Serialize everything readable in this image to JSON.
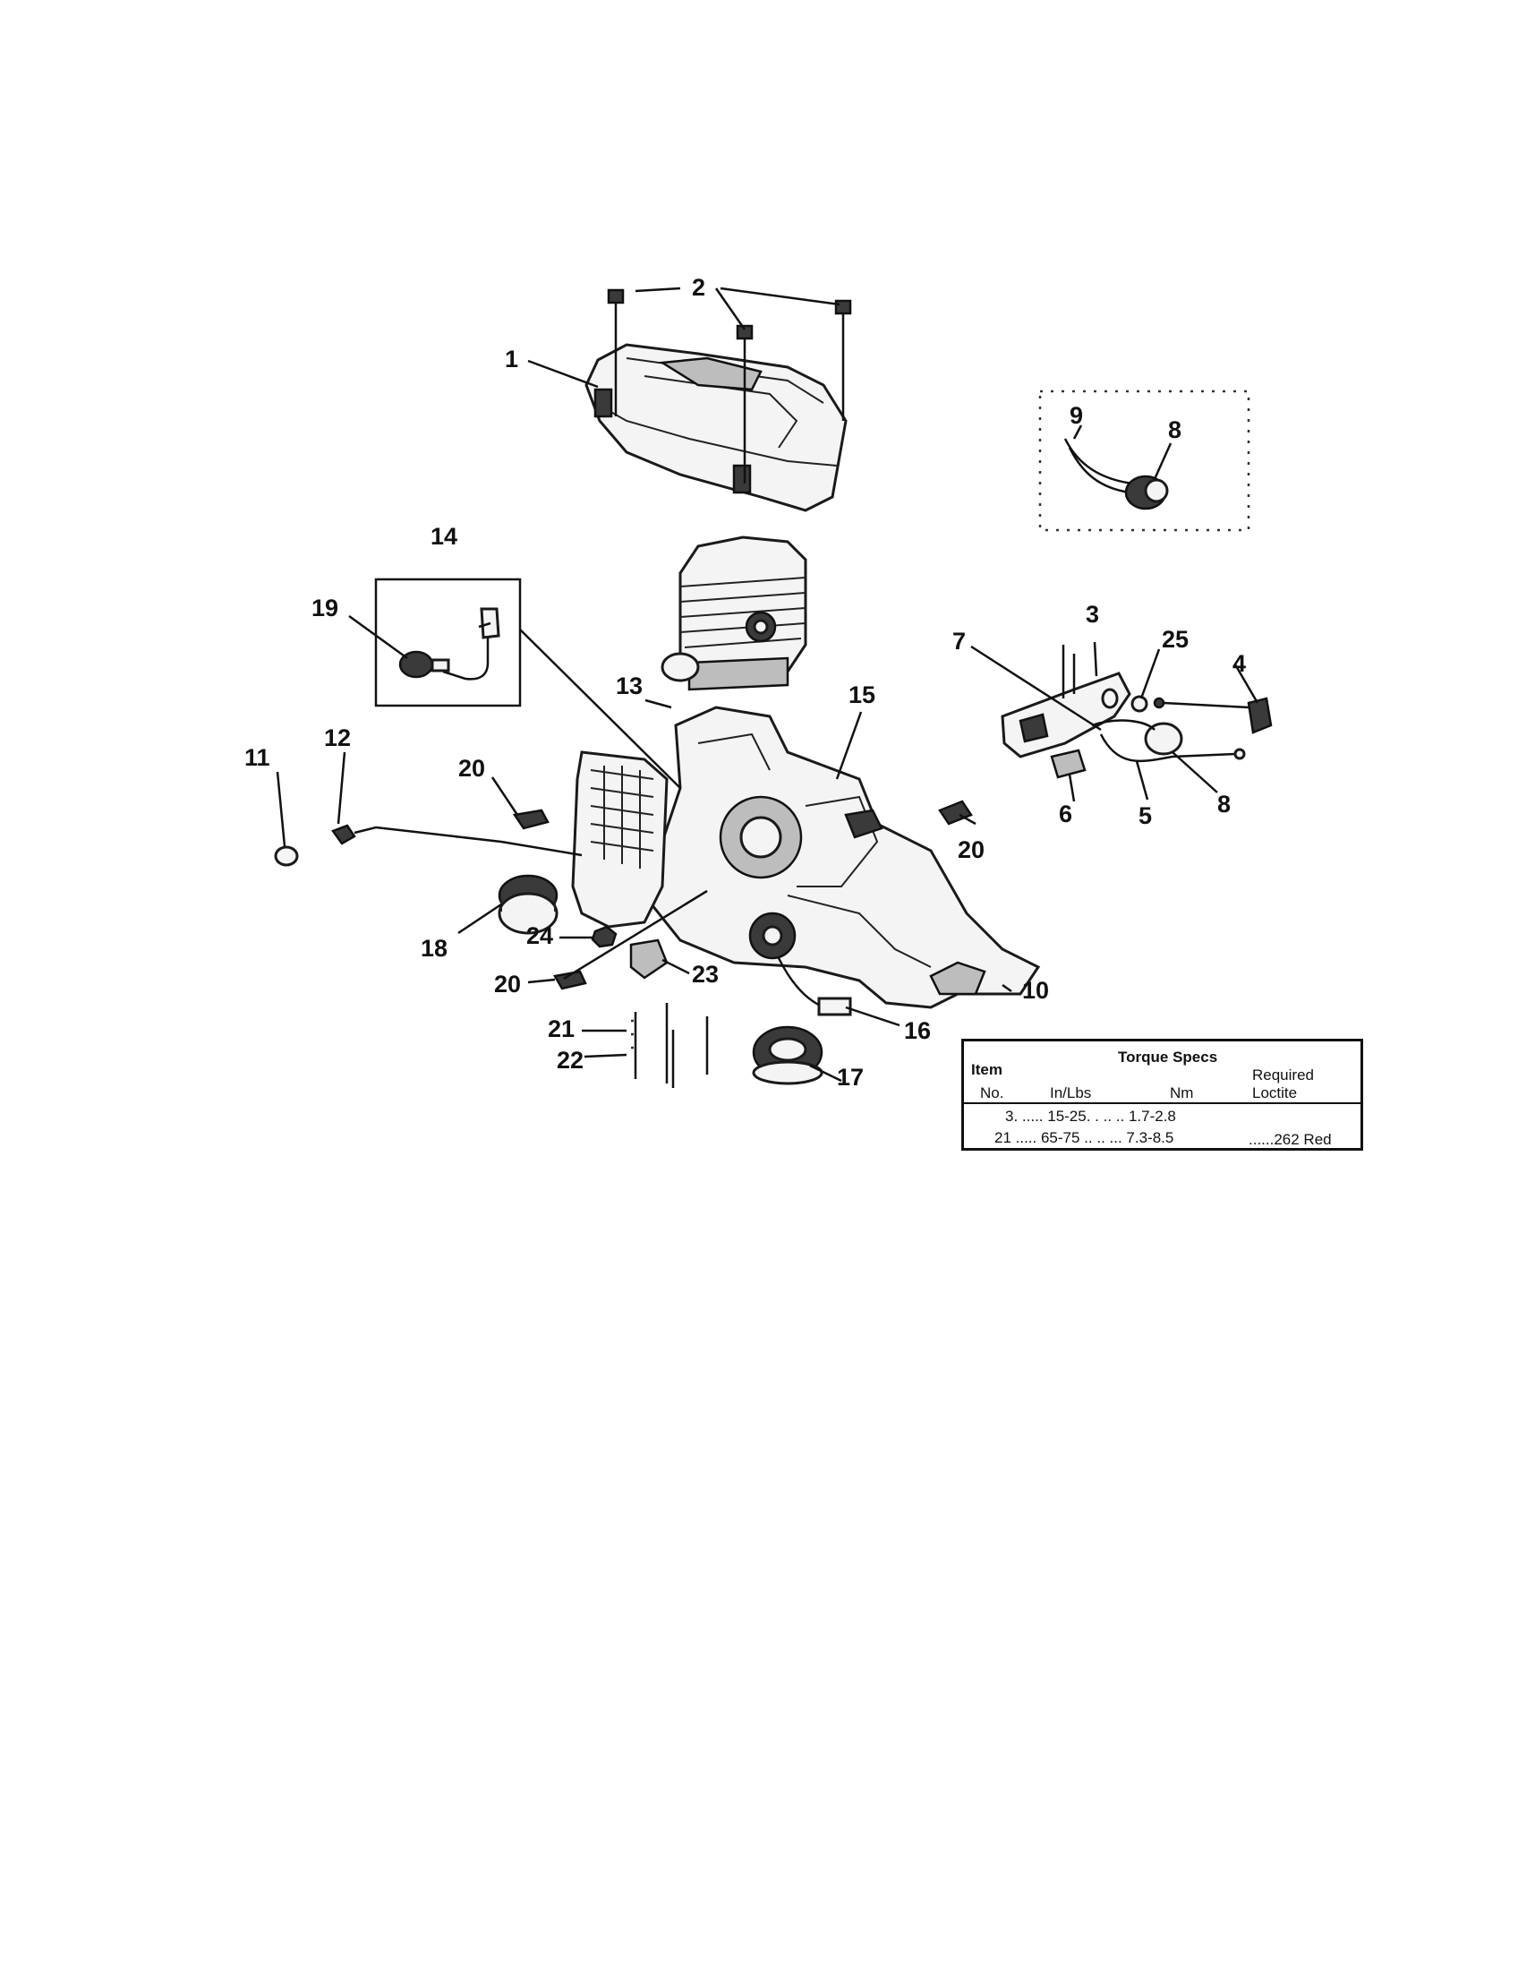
{
  "callouts": {
    "c1": "1",
    "c2": "2",
    "c3": "3",
    "c4": "4",
    "c5": "5",
    "c6": "6",
    "c7": "7",
    "c8a": "8",
    "c8b": "8",
    "c9": "9",
    "c10": "10",
    "c11": "11",
    "c12": "12",
    "c13": "13",
    "c14": "14",
    "c15": "15",
    "c16": "16",
    "c17": "17",
    "c18": "18",
    "c19": "19",
    "c20a": "20",
    "c20b": "20",
    "c20c": "20",
    "c21": "21",
    "c22": "22",
    "c23": "23",
    "c24": "24",
    "c25": "25"
  },
  "torque_table": {
    "title": "Torque Specs",
    "col_item_1": "Item",
    "col_item_2": "No.",
    "col_inlbs": "In/Lbs",
    "col_nm": "Nm",
    "col_loctite_1": "Required",
    "col_loctite_2": "Loctite",
    "rows": [
      {
        "item": "3",
        "inlbs": "15-25",
        "nm": "1.7-2.8",
        "loctite": ""
      },
      {
        "item": "21",
        "inlbs": "65-75",
        "nm": "7.3-8.5",
        "loctite": "262 Red"
      }
    ],
    "row1_text": "3. ..... 15-25. .   .. .. 1.7-2.8",
    "row2_text": "21 ..... 65-75 .. .. ... 7.3-8.5",
    "row2_loctite": "......262 Red"
  }
}
